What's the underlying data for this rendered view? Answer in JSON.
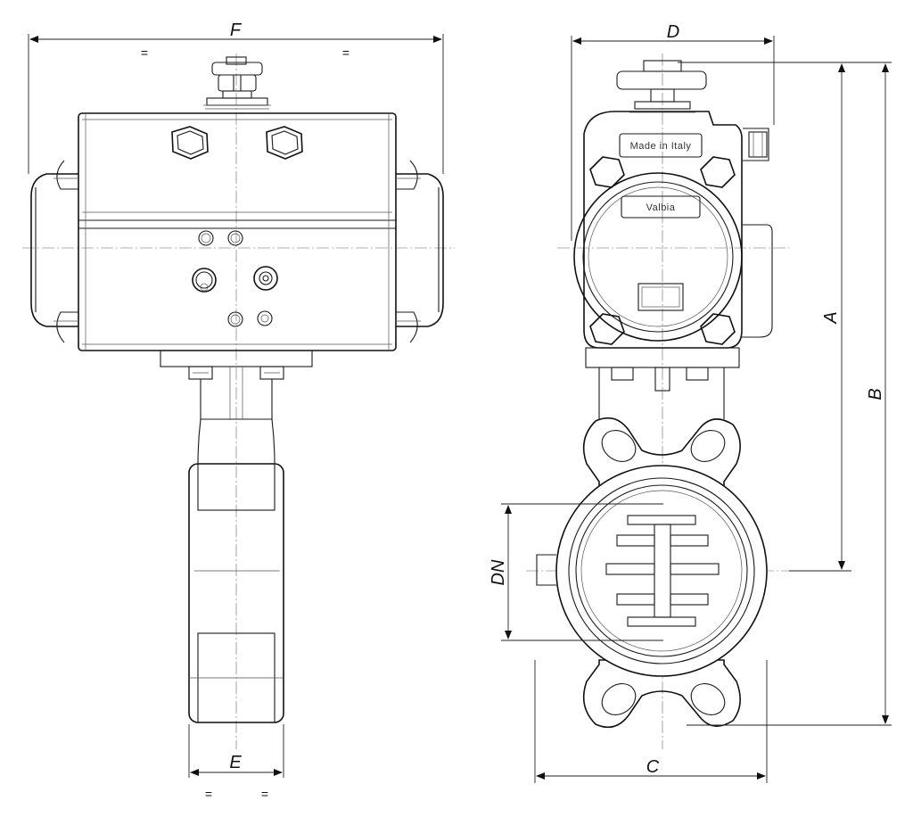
{
  "dimensions": {
    "F": "F",
    "D": "D",
    "A": "A",
    "B": "B",
    "E": "E",
    "C": "C",
    "DN": "DN"
  },
  "symmetry_marks": {
    "top_left": "=",
    "top_right": "=",
    "bottom_left": "=",
    "bottom_right": "="
  },
  "actuator_markings": {
    "origin": "Made in Italy",
    "brand": "Valbia"
  },
  "colors": {
    "line": "#1a1a1a",
    "background": "#ffffff"
  }
}
